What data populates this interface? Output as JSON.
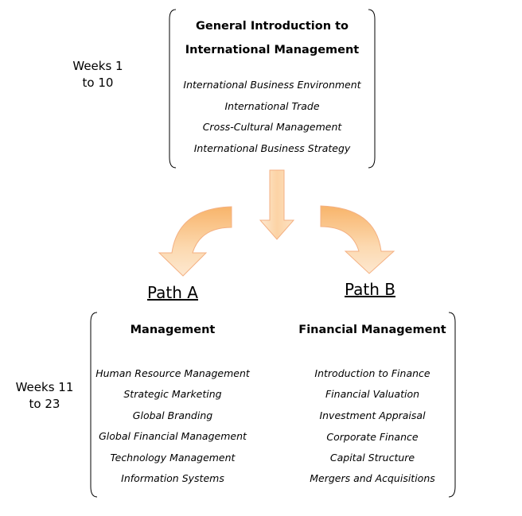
{
  "intro": {
    "weeks_line1": "Weeks 1",
    "weeks_line2": "to 10",
    "title_line1": "General Introduction to",
    "title_line2": "International Management",
    "items": [
      "International Business Environment",
      "International Trade",
      "Cross-Cultural Management",
      "International Business Strategy"
    ]
  },
  "paths": {
    "a_label": "Path A",
    "b_label": "Path B"
  },
  "lower": {
    "weeks_line1": "Weeks 11",
    "weeks_line2": "to 23",
    "management": {
      "title": "Management",
      "items": [
        "Human Resource Management",
        "Strategic Marketing",
        "Global Branding",
        "Global Financial Management",
        "Technology Management",
        "Information Systems"
      ]
    },
    "financial": {
      "title": "Financial Management",
      "items": [
        "Introduction to Finance",
        "Financial Valuation",
        "Investment Appraisal",
        "Corporate Finance",
        "Capital Structure",
        "Mergers and Acquisitions"
      ]
    }
  },
  "colors": {
    "arrow_fill_light": "#fde4c4",
    "arrow_fill_dark": "#f7b267",
    "arrow_stroke": "#f4b183",
    "text": "#000000"
  }
}
